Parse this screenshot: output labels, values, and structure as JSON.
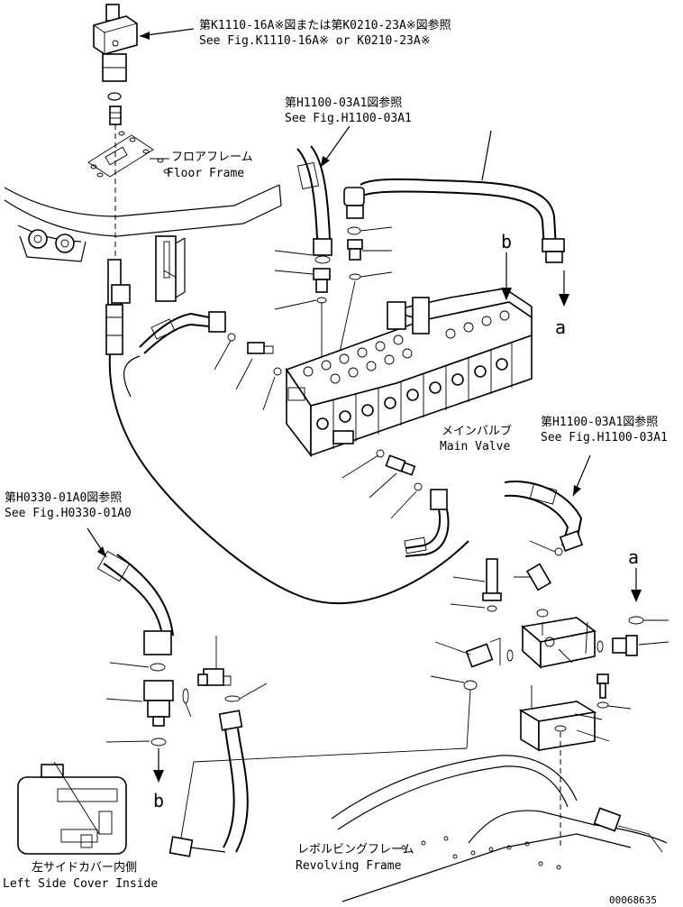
{
  "labels": {
    "ref_k1110_jp": "第K1110-16A※図または第K0210-23A※図参照",
    "ref_k1110_en": "See Fig.K1110-16A※ or K0210-23A※",
    "ref_h1100_top_jp": "第H1100-03A1図参照",
    "ref_h1100_top_en": "See Fig.H1100-03A1",
    "floor_frame_jp": "フロアフレーム",
    "floor_frame_en": "Floor Frame",
    "main_valve_jp": "メインバルブ",
    "main_valve_en": "Main Valve",
    "ref_h1100_right_jp": "第H1100-03A1図参照",
    "ref_h1100_right_en": "See Fig.H1100-03A1",
    "ref_h0330_jp": "第H0330-01A0図参照",
    "ref_h0330_en": "See Fig.H0330-01A0",
    "revolving_frame_jp": "レボルビングフレーム",
    "revolving_frame_en": "Revolving Frame",
    "left_side_cover_jp": "左サイドカバー内側",
    "left_side_cover_en": "Left Side Cover Inside",
    "callout_a_1": "a",
    "callout_a_2": "a",
    "callout_b_1": "b",
    "callout_b_2": "b",
    "drawing_number": "00068635"
  }
}
